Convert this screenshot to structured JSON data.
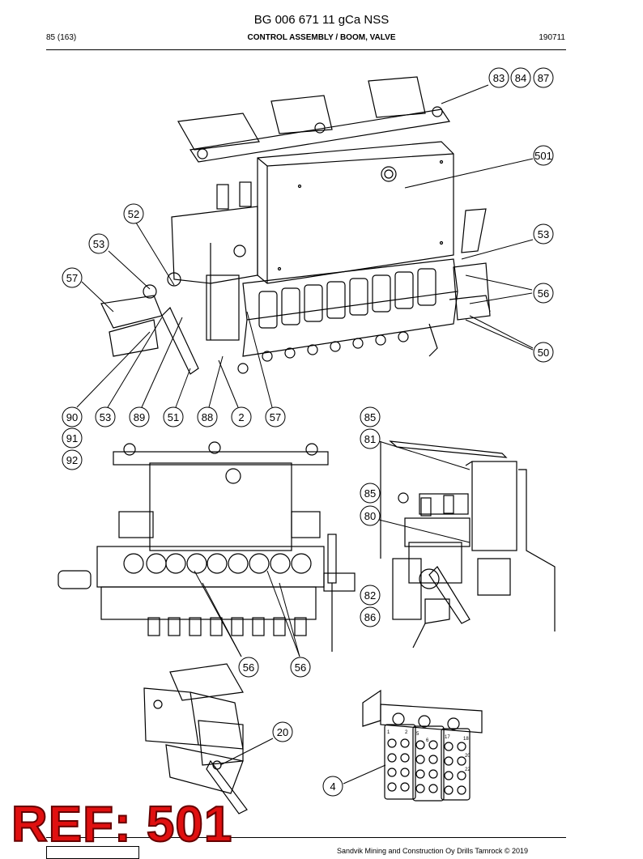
{
  "header": {
    "title": "BG 006 671 11 gCa NSS",
    "page": "85 (163)",
    "subtitle": "CONTROL ASSEMBLY / BOOM, VALVE",
    "code": "190711"
  },
  "callouts": [
    "83",
    "84",
    "87",
    "501",
    "52",
    "53",
    "53",
    "57",
    "56",
    "50",
    "90",
    "53",
    "89",
    "51",
    "88",
    "2",
    "57",
    "91",
    "92",
    "85",
    "81",
    "85",
    "80",
    "82",
    "86",
    "56",
    "56",
    "20",
    "4"
  ],
  "insert_numbers": [
    "1",
    "2",
    "5",
    "6",
    "17",
    "18",
    "20",
    "22"
  ],
  "ref_label": "REF: 501",
  "footer": "Sandvik Mining and Construction Oy Drills Tamrock © 2019"
}
